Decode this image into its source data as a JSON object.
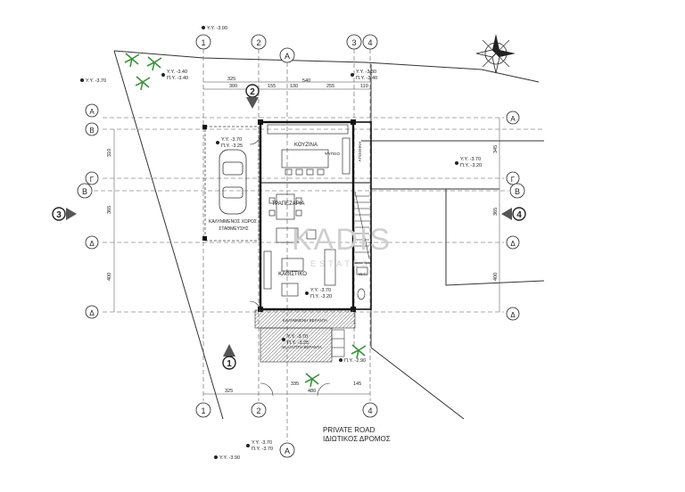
{
  "grid_bubbles": {
    "top": [
      "1",
      "2",
      "3",
      "4"
    ],
    "bottom": [
      "1",
      "2",
      "4"
    ],
    "section_a": "A",
    "left_rows": [
      "Α",
      "Β",
      "Γ",
      "Δ",
      "Δ"
    ],
    "right_rows": [
      "Α",
      "Γ",
      "Δ",
      "Δ"
    ],
    "section_b": "Β",
    "view_3": "3",
    "view_4": "4",
    "view_1": "1",
    "view_2": "2"
  },
  "levels": {
    "top_vy": "Υ.Υ. -3.00",
    "left_vy": "Υ.Υ. -3.70",
    "tl_vy": "Υ.Υ. -3.40",
    "tl_py": "Π.Υ. -3.40",
    "tr_vy": "Υ.Υ. -3.30",
    "tr_py": "Π.Υ. -3.40",
    "gar_vy": "Υ.Υ. -3.70",
    "gar_py": "Π.Υ. -3.25",
    "rside_vy": "Υ.Υ. -3.70",
    "rside_py": "Π.Υ. -3.20",
    "liv_vy": "Υ.Υ. -3.70",
    "liv_py": "Π.Υ. -3.20",
    "ent_vy": "Υ.Υ. -3.70",
    "ent_py": "Π.Υ. -3.25",
    "gate_py": "Π.Υ. -2.90",
    "road_vy": "Υ.Υ. -3.70",
    "road_py": "Π.Υ. -3.70",
    "bl_vy": "Υ.Υ. -3.90"
  },
  "dims": {
    "top": [
      "325",
      "300",
      "155",
      "130",
      "540",
      "255",
      "110"
    ],
    "left": [
      "310",
      "365",
      "400"
    ],
    "right": [
      "345",
      "365",
      "400"
    ],
    "bottom": [
      "325",
      "335",
      "480",
      "145"
    ]
  },
  "rooms": {
    "kitchen": "ΚΟΥΖΙΝΑ",
    "dining": "ΤΡΑΠΕΖΑΡΙΑ",
    "living": "ΚΑΘΙΣΤΙΚΟ",
    "parking_1": "ΚΑΛΥΜΜΕΝΟΣ ΧΩΡΟΣ",
    "parking_2": "ΣΤΑΘΜΕΥΣΗΣ",
    "storage": "ΑΠΟΘΗΚΗ",
    "fridge": "ΨΥΓΕΙΟ",
    "wc": "W.C.",
    "terrace_covered": "ΚΑΛΥΜΜΕΝΗ ΒΕΡΑΝΤΑ",
    "terrace_open": "ΑΚΑΛΥΠΤΗ ΒΕΡΑΝΤΑ"
  },
  "road": {
    "en": "PRIVATE ROAD",
    "gr": "ΙΔΙΩΤΙΚΟΣ ΔΡΟΜΟΣ"
  },
  "watermark": {
    "name": "KADIS",
    "sub": "ESTATES"
  }
}
